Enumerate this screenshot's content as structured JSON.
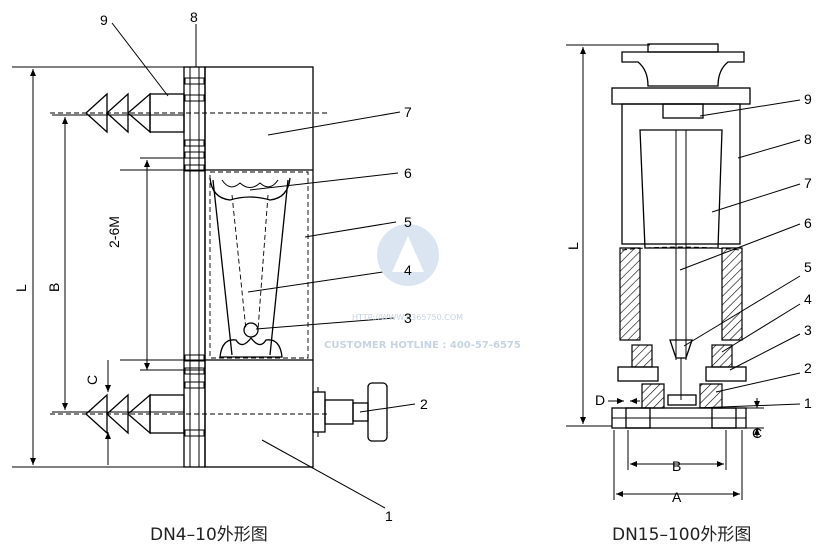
{
  "left_figure": {
    "caption": "DN4–10外形图",
    "labels": [
      "1",
      "2",
      "3",
      "4",
      "5",
      "6",
      "7",
      "8",
      "9"
    ],
    "dimensions": {
      "L": "L",
      "B": "B",
      "C": "C",
      "thread": "2-6M"
    }
  },
  "right_figure": {
    "caption": "DN15–100外形图",
    "labels": [
      "1",
      "2",
      "3",
      "4",
      "5",
      "6",
      "7",
      "8",
      "9"
    ],
    "dimensions": {
      "L": "L",
      "A": "A",
      "B": "B",
      "C": "C",
      "D": "D"
    }
  },
  "watermark": {
    "url": "HTTP://WWW.K365750.COM",
    "hotline": "CUSTOMER HOTLINE : 400-57-6575"
  }
}
